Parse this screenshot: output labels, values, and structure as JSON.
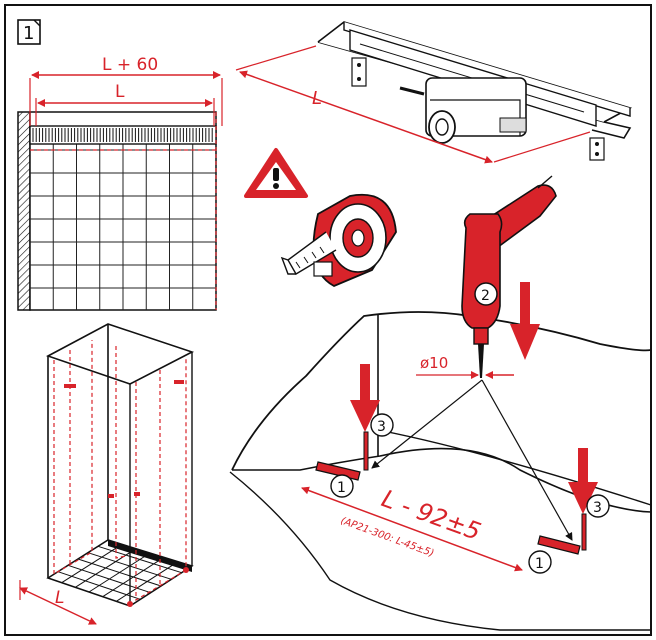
{
  "step_number": "1",
  "dims": {
    "l_plus_60": "L + 60",
    "l_top": "L",
    "l_drain": "L",
    "l_floor": "L"
  },
  "drill": {
    "diameter": "ø10",
    "tool_number": "2"
  },
  "floor_marks": {
    "formula": "L - 92±5",
    "sub_formula": "(AP21-300: L-45±5)",
    "callouts": [
      "1",
      "3",
      "1",
      "3"
    ]
  },
  "icons": [
    "warning-icon",
    "tape-measure-icon",
    "drill-icon",
    "wall-plug-icon",
    "shower-cabin-icon",
    "drain-channel-icon"
  ],
  "colors": {
    "accent": "#d8232a",
    "ink": "#111111"
  }
}
